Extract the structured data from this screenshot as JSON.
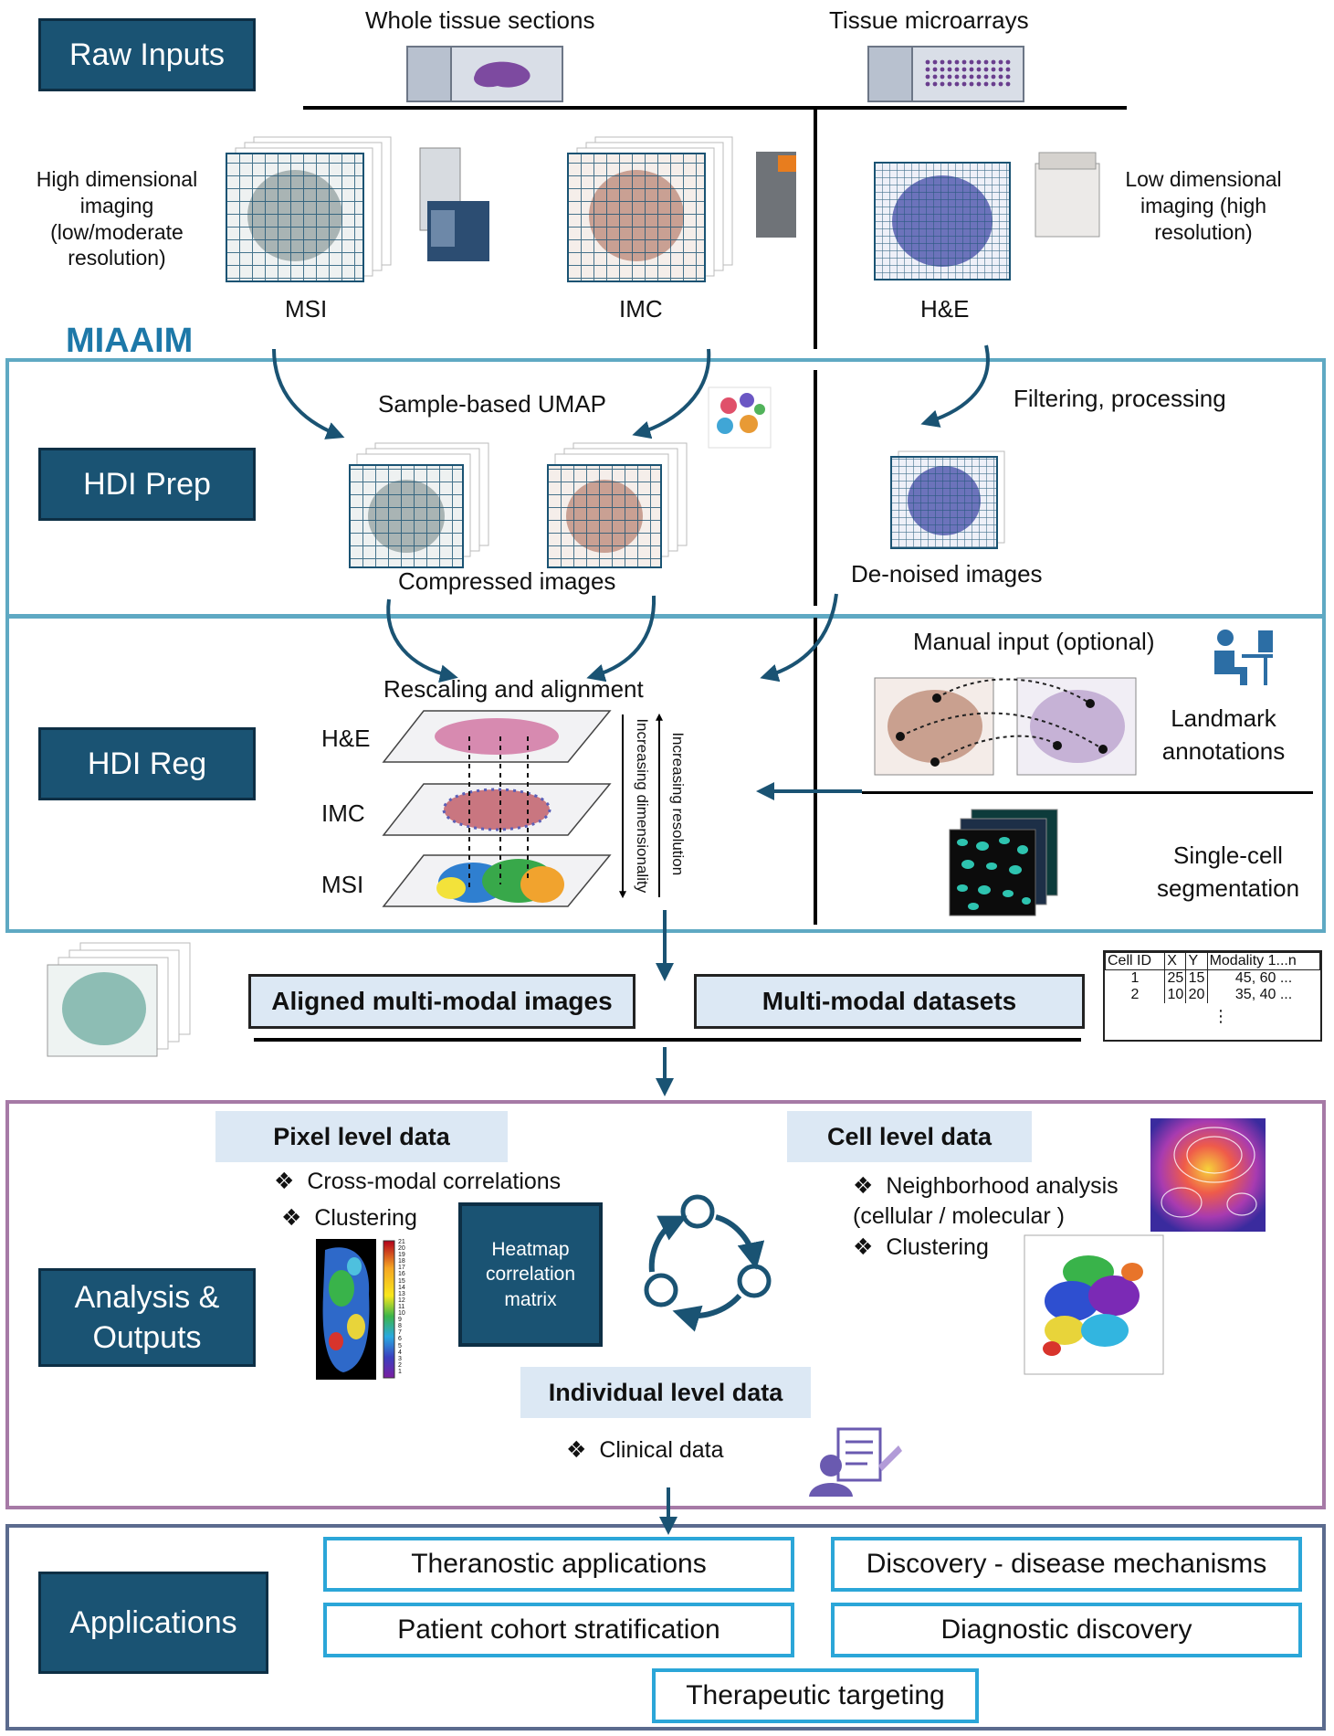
{
  "stages": {
    "raw_inputs": "Raw Inputs",
    "hdi_prep": "HDI Prep",
    "hdi_reg": "HDI Reg",
    "analysis": "Analysis & Outputs",
    "applications": "Applications"
  },
  "raw": {
    "whole_tissue": "Whole tissue sections",
    "microarrays": "Tissue microarrays",
    "high_dim": "High dimensional imaging (low/moderate resolution)",
    "low_dim": "Low dimensional imaging (high resolution)",
    "msi": "MSI",
    "imc": "IMC",
    "he": "H&E"
  },
  "miaaim": "MIAAIM",
  "prep": {
    "umap": "Sample-based UMAP",
    "filtering": "Filtering, processing",
    "compressed": "Compressed images",
    "denoised": "De-noised images"
  },
  "reg": {
    "rescaling": "Rescaling and alignment",
    "manual": "Manual input (optional)",
    "landmark": "Landmark annotations",
    "segmentation": "Single-cell segmentation",
    "layer_he": "H&E",
    "layer_imc": "IMC",
    "layer_msi": "MSI",
    "inc_dim": "Increasing dimensionality",
    "inc_res": "Increasing resolution"
  },
  "outputs": {
    "aligned": "Aligned multi-modal images",
    "datasets": "Multi-modal datasets",
    "table": {
      "headers": [
        "Cell ID",
        "X",
        "Y",
        "Modality 1...n"
      ],
      "rows": [
        [
          "1",
          "25",
          "15",
          "45, 60 ..."
        ],
        [
          "2",
          "10",
          "20",
          "35, 40 ..."
        ]
      ],
      "ellipsis": "⋮"
    }
  },
  "analysis": {
    "pixel_title": "Pixel level data",
    "pixel_items": [
      "Cross-modal correlations",
      "Clustering"
    ],
    "heatmap": "Heatmap correlation matrix",
    "cell_title": "Cell level data",
    "cell_items": [
      "Neighborhood analysis (cellular / molecular )",
      "Clustering"
    ],
    "individual_title": "Individual level data",
    "individual_items": [
      "Clinical data"
    ],
    "colorbar_ticks": [
      "21",
      "20",
      "19",
      "18",
      "17",
      "16",
      "15",
      "14",
      "13",
      "12",
      "11",
      "10",
      "9",
      "8",
      "7",
      "6",
      "5",
      "4",
      "3",
      "2",
      "1"
    ]
  },
  "applications": {
    "theranostic": "Theranostic applications",
    "discovery": "Discovery - disease mechanisms",
    "stratification": "Patient cohort stratification",
    "diagnostic": "Diagnostic discovery",
    "therapeutic": "Therapeutic targeting"
  },
  "colors": {
    "stage": "#1a5373",
    "frame_blue": "#5fa9c3",
    "frame_purple": "#a67aa6",
    "frame_slate": "#5b6b8e",
    "app_border": "#2ba6d8",
    "tag_bg": "#dce8f4",
    "arrow": "#1a5373"
  }
}
